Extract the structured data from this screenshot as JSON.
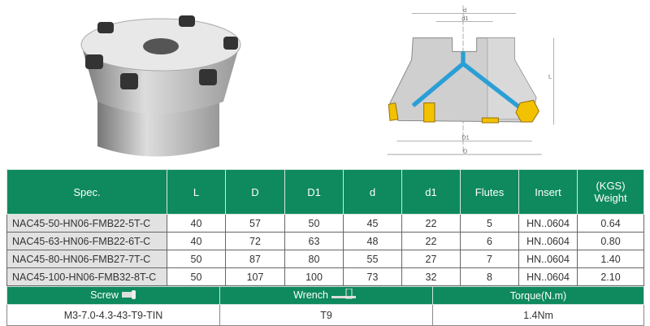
{
  "spec_table": {
    "headers": [
      "Spec.",
      "L",
      "D",
      "D1",
      "d",
      "d1",
      "Flutes",
      "Insert",
      "(KGS)",
      "Weight"
    ],
    "rows": [
      [
        "NAC45-50-HN06-FMB22-5T-C",
        "40",
        "57",
        "50",
        "45",
        "22",
        "5",
        "HN..0604",
        "0.64"
      ],
      [
        "NAC45-63-HN06-FMB22-6T-C",
        "40",
        "72",
        "63",
        "48",
        "22",
        "6",
        "HN..0604",
        "0.80"
      ],
      [
        "NAC45-80-HN06-FMB27-7T-C",
        "50",
        "87",
        "80",
        "55",
        "27",
        "7",
        "HN..0604",
        "1.40"
      ],
      [
        "NAC45-100-HN06-FMB32-8T-C",
        "50",
        "107",
        "100",
        "73",
        "32",
        "8",
        "HN..0604",
        "2.10"
      ]
    ]
  },
  "accessory_table": {
    "headers": [
      "Screw",
      "Wrench",
      "Torque(N.m)"
    ],
    "values": [
      "M3-7.0-4.3-43-T9-TIN",
      "T9",
      "1.4Nm"
    ]
  },
  "drawing": {
    "labels": [
      "d",
      "d1",
      "L",
      "D1",
      "D"
    ]
  }
}
